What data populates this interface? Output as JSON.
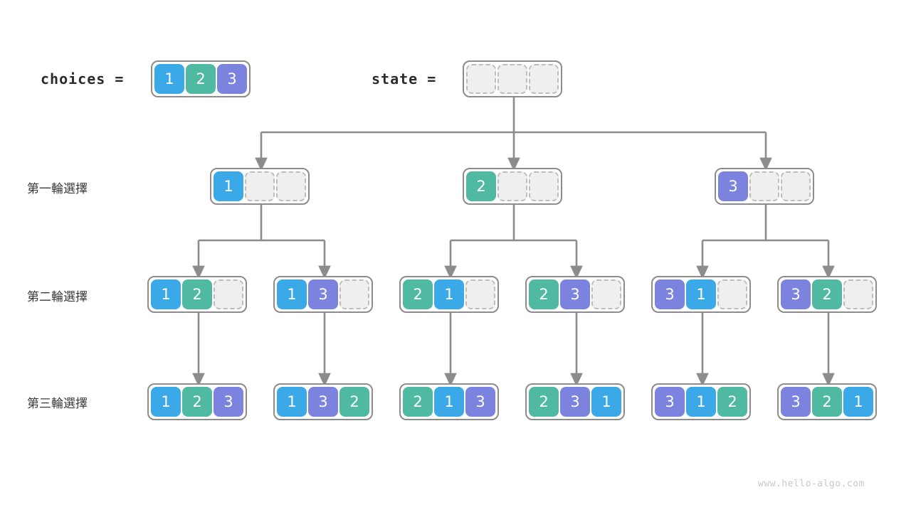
{
  "header": {
    "choices_label": "choices =",
    "state_label": "state =",
    "choices_values": [
      "1",
      "2",
      "3"
    ],
    "state_values": [
      "",
      "",
      ""
    ]
  },
  "row_labels": [
    "第一輪選擇",
    "第二輪選擇",
    "第三輪選擇"
  ],
  "colors": {
    "value_1": "#3ba9e8",
    "value_2": "#4fb9a2",
    "value_3": "#7b83de",
    "border": "#8c8c8c",
    "empty_fill": "#efefef",
    "empty_border": "#bdbdbd",
    "edge": "#8c8c8c",
    "text": "#3b3b3b"
  },
  "round1": [
    {
      "values": [
        "1",
        "",
        ""
      ]
    },
    {
      "values": [
        "2",
        "",
        ""
      ]
    },
    {
      "values": [
        "3",
        "",
        ""
      ]
    }
  ],
  "round2": [
    {
      "values": [
        "1",
        "2",
        ""
      ]
    },
    {
      "values": [
        "1",
        "3",
        ""
      ]
    },
    {
      "values": [
        "2",
        "1",
        ""
      ]
    },
    {
      "values": [
        "2",
        "3",
        ""
      ]
    },
    {
      "values": [
        "3",
        "1",
        ""
      ]
    },
    {
      "values": [
        "3",
        "2",
        ""
      ]
    }
  ],
  "round3": [
    {
      "values": [
        "1",
        "2",
        "3"
      ]
    },
    {
      "values": [
        "1",
        "3",
        "2"
      ]
    },
    {
      "values": [
        "2",
        "1",
        "3"
      ]
    },
    {
      "values": [
        "2",
        "3",
        "1"
      ]
    },
    {
      "values": [
        "3",
        "1",
        "2"
      ]
    },
    {
      "values": [
        "3",
        "2",
        "1"
      ]
    }
  ],
  "watermark": "www.hello-algo.com"
}
